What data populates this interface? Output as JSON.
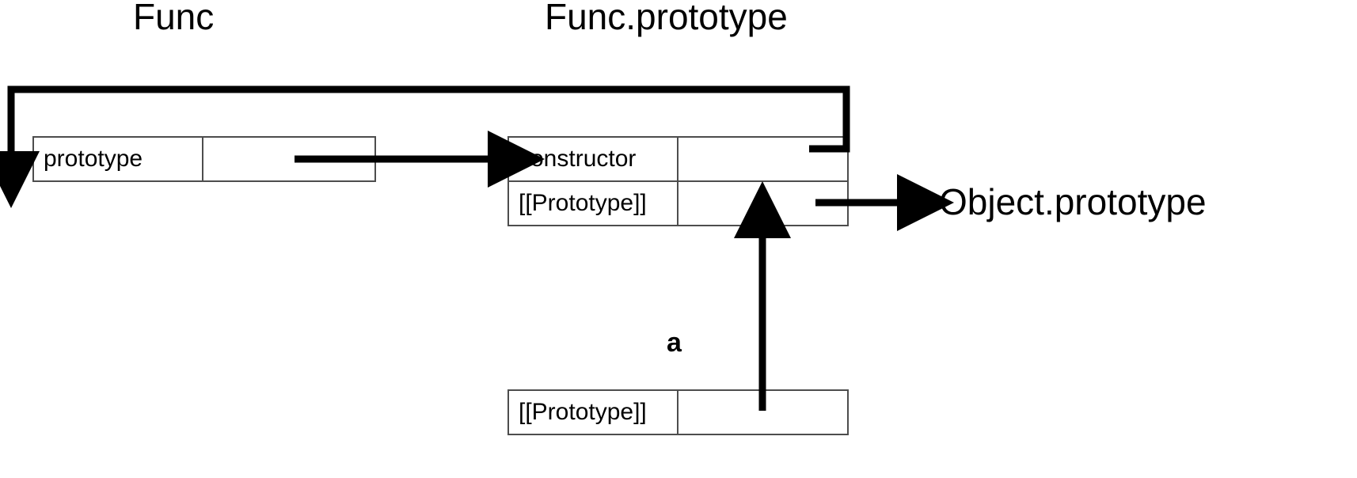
{
  "diagram": {
    "title_func": "Func",
    "title_func_prototype": "Func.prototype",
    "label_object_prototype": "Object.prototype",
    "label_instance": "a",
    "func_box": {
      "rows": [
        {
          "key": "prototype",
          "value": ""
        }
      ]
    },
    "func_prototype_box": {
      "rows": [
        {
          "key": "constructor",
          "value": ""
        },
        {
          "key": "[[Prototype]]",
          "value": ""
        }
      ]
    },
    "instance_box": {
      "rows": [
        {
          "key": "[[Prototype]]",
          "value": ""
        }
      ]
    },
    "colors": {
      "stroke": "#000000",
      "box_border": "#4d4d4d",
      "background": "#ffffff"
    }
  }
}
